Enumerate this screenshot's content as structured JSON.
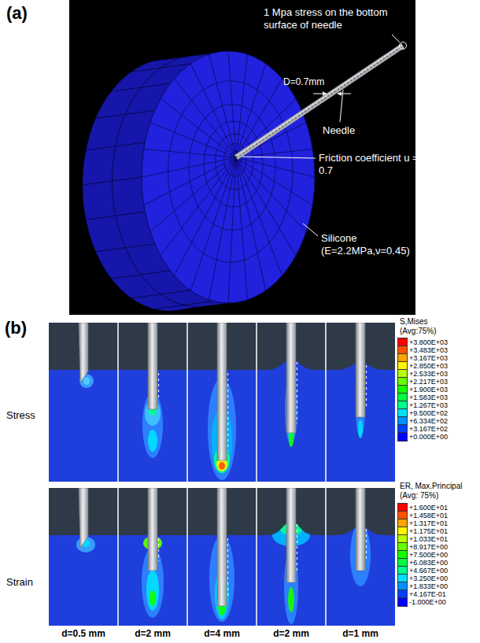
{
  "diagram": {
    "labels": [
      "(a)",
      "1 Mpa stress on the bottom surface of needle",
      "D=0.7mm",
      "Needle",
      "Friction coefficient u = 0.7",
      "Silicone (E=2.2MPa,ν=0.45)",
      "(b)",
      "Stress",
      "Strain",
      "S,Mises",
      "(Avg:75%)",
      "ER, Max.Principal",
      "(Avg: 75%)",
      "d=0.5 mm",
      "d=2 mm",
      "d=4 mm",
      "d=2 mm",
      "d=1 mm"
    ],
    "legend": [
      {
        "text": "+3.800E+03",
        "color": "#ff0000"
      },
      {
        "text": "+3.483E+03",
        "color": "#ff5200"
      },
      {
        "text": "+3.167E+03",
        "color": "#ffa300"
      },
      {
        "text": "+2.850E+03",
        "color": "#fff500"
      },
      {
        "text": "+2.533E+03",
        "color": "#b8ff00"
      },
      {
        "text": "+2.217E+03",
        "color": "#66ff00"
      },
      {
        "text": "+1.900E+03",
        "color": "#14ff00"
      },
      {
        "text": "+1.583E+03",
        "color": "#00ff3d"
      },
      {
        "text": "+1.267E+03",
        "color": "#00ff8f"
      },
      {
        "text": "+9.500E+02",
        "color": "#00e0ff"
      },
      {
        "text": "+6.334E+02",
        "color": "#0090ff"
      },
      {
        "text": "+3.167E+02",
        "color": "#0040ff"
      },
      {
        "text": "+0.000E+00",
        "color": "#0000ff"
      },
      {
        "text": "+1.600E+01",
        "color": "#ff0000"
      },
      {
        "text": "+1.458E+01",
        "color": "#ff5200"
      },
      {
        "text": "+1.317E+01",
        "color": "#ffa300"
      },
      {
        "text": "+1.175E+01",
        "color": "#fff500"
      },
      {
        "text": "+1.033E+01",
        "color": "#b8ff00"
      },
      {
        "text": "+8.917E+00",
        "color": "#66ff00"
      },
      {
        "text": "+7.500E+00",
        "color": "#14ff00"
      },
      {
        "text": "+6.083E+00",
        "color": "#00ff3d"
      },
      {
        "text": "+4.667E+00",
        "color": "#00ff8f"
      },
      {
        "text": "+3.250E+00",
        "color": "#00e0ff"
      },
      {
        "text": "+1.833E+00",
        "color": "#0090ff"
      },
      {
        "text": "+4.167E-01",
        "color": "#0040ff"
      },
      {
        "text": "-1.000E+00",
        "color": "#0000ff"
      }
    ]
  }
}
